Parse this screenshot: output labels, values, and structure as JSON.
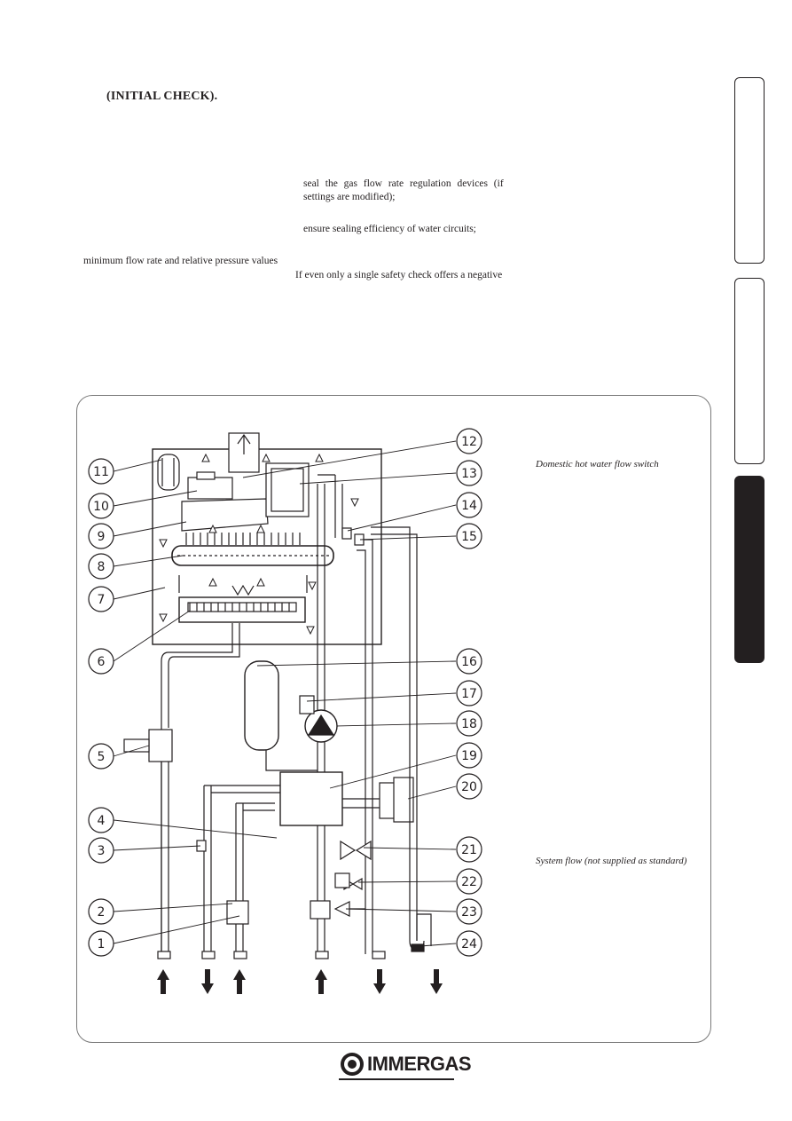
{
  "heading": "(INITIAL CHECK).",
  "fragments": {
    "col2_line1": "seal the gas flow rate regulation devices (if",
    "col2_line2": "settings are modified);",
    "col2_line3": "ensure sealing efficiency of water circuits;",
    "col1_line": "minimum flow rate and relative pressure values",
    "col2_line4": "If even only a single safety check offers a negative"
  },
  "legend": {
    "item13": "Domestic hot water flow switch",
    "item21": "System flow (not supplied as standard)"
  },
  "tabs": [
    {
      "name": "tab-installer",
      "active": false
    },
    {
      "name": "tab-user",
      "active": false
    },
    {
      "name": "tab-maintenance",
      "active": true
    }
  ],
  "diagram": {
    "callouts": [
      "1",
      "2",
      "3",
      "4",
      "5",
      "6",
      "7",
      "8",
      "9",
      "10",
      "11",
      "12",
      "13",
      "14",
      "15",
      "16",
      "17",
      "18",
      "19",
      "20",
      "21",
      "22",
      "23",
      "24"
    ]
  },
  "brand": {
    "name": "IMMERGAS"
  }
}
